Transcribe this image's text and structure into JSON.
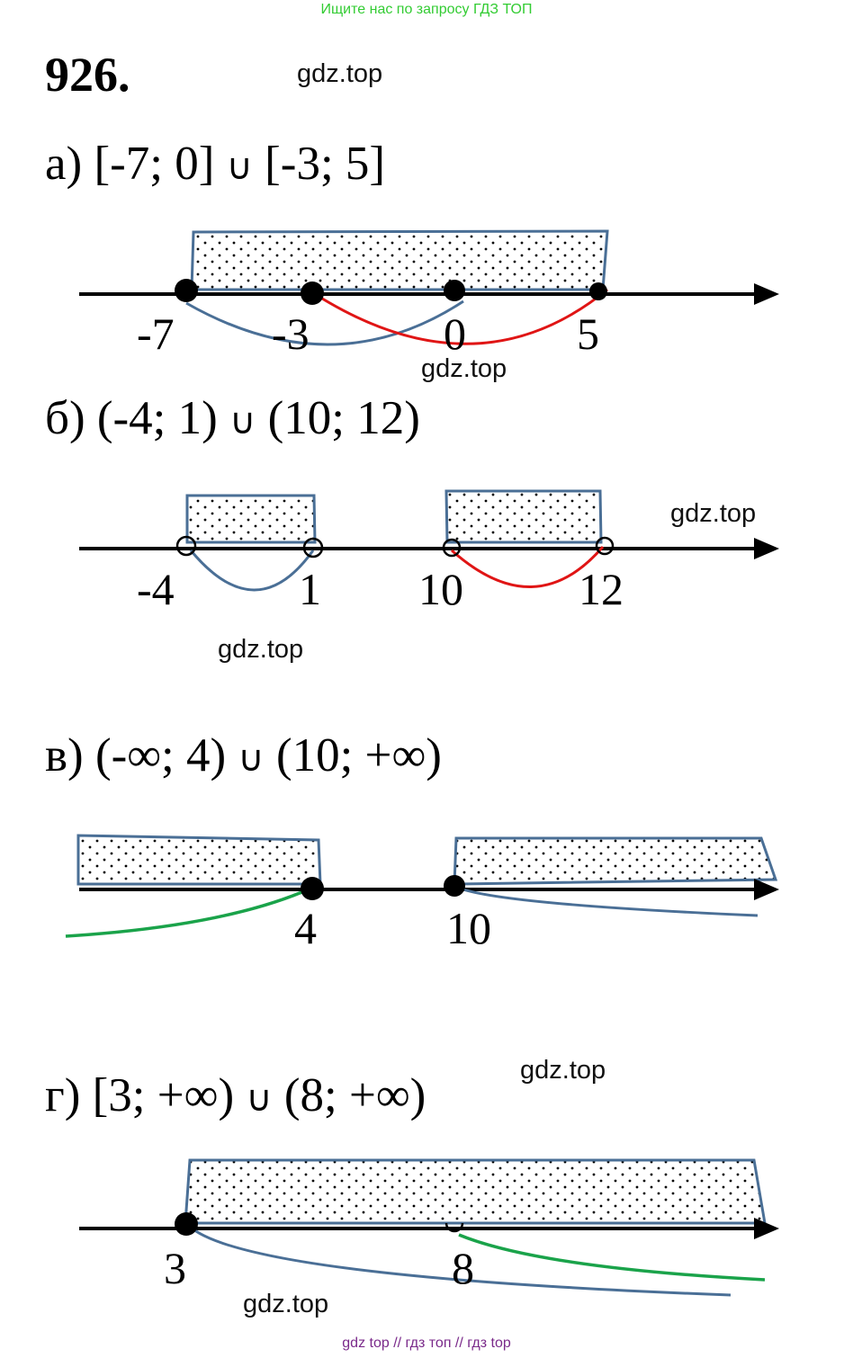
{
  "banner": "Ищите нас по запросу ГДЗ ТОП",
  "problem_number": "926.",
  "watermark_text": "gdz.top",
  "tasks": [
    {
      "letter": "а)",
      "left_set": "[-7; 0]",
      "union": "∪",
      "right_set": "[-3; 5]",
      "ticks": [
        "-7",
        "-3",
        "0",
        "5"
      ]
    },
    {
      "letter": "б)",
      "left_set": "(-4; 1)",
      "union": "∪",
      "right_set": "(10; 12)",
      "ticks": [
        "-4",
        "1",
        "10",
        "12"
      ]
    },
    {
      "letter": "в)",
      "left_set": "(-∞; 4)",
      "union": "∪",
      "right_set": "(10; +∞)",
      "ticks": [
        "4",
        "10"
      ]
    },
    {
      "letter": "г)",
      "left_set": "[3; +∞)",
      "union": "∪",
      "right_set": "(8; +∞)",
      "ticks": [
        "3",
        "8"
      ]
    }
  ],
  "footer": "gdz top  //  гдз топ  //  гдз top",
  "colors": {
    "banner": "#33cc33",
    "fill_border": "#4a6f96",
    "arc_blue": "#4a6f96",
    "arc_red": "#e01515",
    "arc_green": "#1aa34a",
    "footer": "#7a2a8a"
  }
}
